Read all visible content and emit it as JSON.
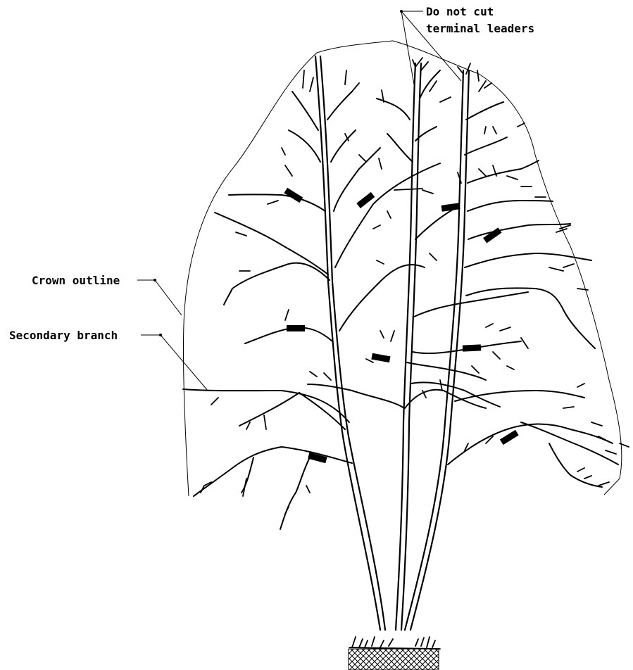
{
  "labels": {
    "terminal_leaders_line1": "Do not cut",
    "terminal_leaders_line2": "terminal leaders",
    "crown_outline": "Crown outline",
    "secondary_branch": "Secondary branch"
  },
  "colors": {
    "ink": "#000000",
    "background": "#ffffff"
  }
}
